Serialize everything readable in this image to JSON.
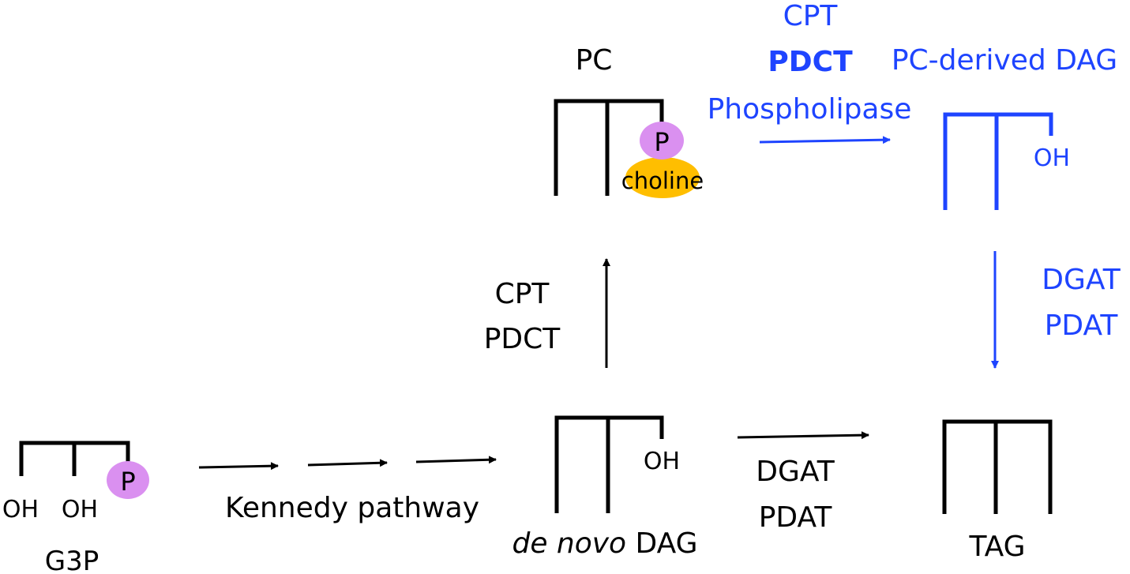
{
  "colors": {
    "black": "#000000",
    "blue": "#1E44FF",
    "phosphate": "#DA90F0",
    "choline": "#FFBE00"
  },
  "g3p": {
    "oh1": "OH",
    "oh2": "OH",
    "phosphate": "P",
    "name": "G3P"
  },
  "kennedy": {
    "label": "Kennedy pathway"
  },
  "denovo_dag": {
    "oh": "OH",
    "name_italic": "de novo",
    "name_rest": " DAG"
  },
  "pc": {
    "name": "PC",
    "phosphate": "P",
    "choline": "choline"
  },
  "enzymes_dag_to_pc": {
    "line1": "CPT",
    "line2": "PDCT"
  },
  "enzymes_pc_to_pcdag": {
    "line1": "CPT",
    "line2": "PDCT",
    "line3": "Phospholipase"
  },
  "pc_derived_dag": {
    "name": "PC-derived DAG",
    "oh": "OH"
  },
  "enzymes_pcdag_to_tag": {
    "line1": "DGAT",
    "line2": "PDAT"
  },
  "enzymes_dag_to_tag": {
    "line1": "DGAT",
    "line2": "PDAT"
  },
  "tag": {
    "name": "TAG"
  }
}
